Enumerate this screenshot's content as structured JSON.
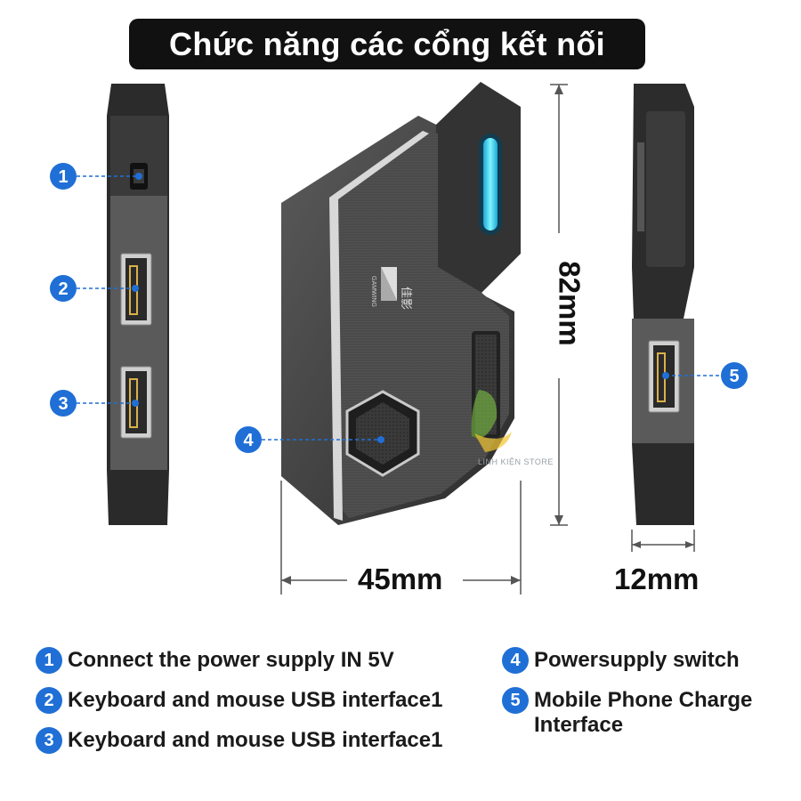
{
  "title": "Chức năng các cổng kết nối",
  "dimensions": {
    "height": "82mm",
    "width": "45mm",
    "depth": "12mm"
  },
  "logo": {
    "brand_mark": "佳影",
    "brand_sub": "GAMWING"
  },
  "watermark": "LINH KIỆN STORE",
  "callouts": [
    "1",
    "2",
    "3",
    "4",
    "5"
  ],
  "legend": [
    {
      "num": "1",
      "text": "Connect the power supply IN 5V"
    },
    {
      "num": "2",
      "text": "Keyboard and mouse USB interface1"
    },
    {
      "num": "3",
      "text": "Keyboard and mouse USB interface1"
    },
    {
      "num": "4",
      "text": "Powersupply switch"
    },
    {
      "num": "5",
      "text": "Mobile Phone Charge Interface"
    }
  ],
  "colors": {
    "accent_blue": "#1f6fd6",
    "device_body": "#3a3a3a",
    "led_cyan": "#3fe0ff"
  }
}
